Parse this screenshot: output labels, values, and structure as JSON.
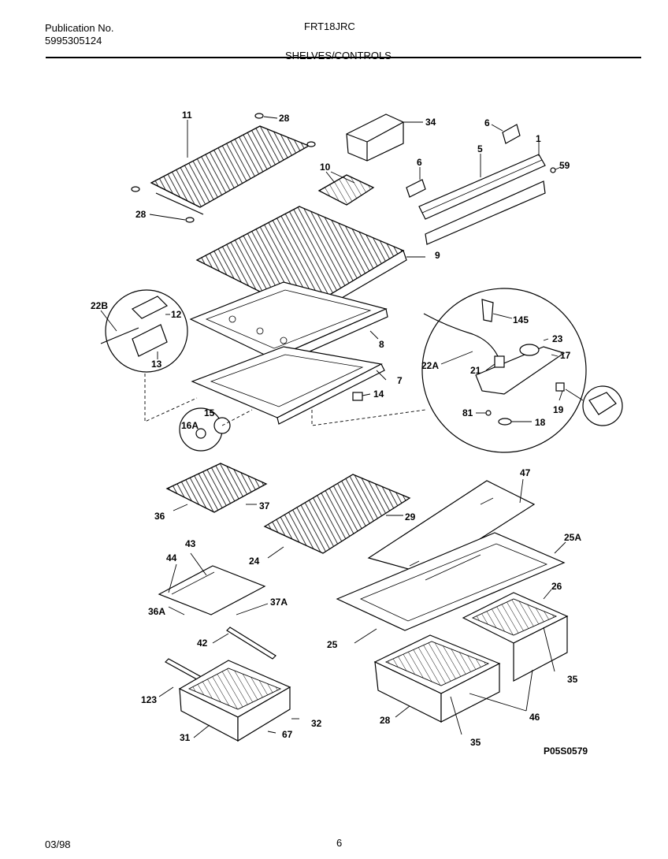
{
  "header": {
    "publication_label": "Publication No.",
    "publication_number": "5995305124",
    "model": "FRT18JRC",
    "section_title": "SHELVES/CONTROLS"
  },
  "diagram_code": "P05S0579",
  "footer": {
    "date": "03/98",
    "page": "6"
  },
  "callouts": [
    {
      "id": "c11",
      "text": "11"
    },
    {
      "id": "c28a",
      "text": "28"
    },
    {
      "id": "c34",
      "text": "34"
    },
    {
      "id": "c6a",
      "text": "6"
    },
    {
      "id": "c1",
      "text": "1"
    },
    {
      "id": "c5",
      "text": "5"
    },
    {
      "id": "c59",
      "text": "59"
    },
    {
      "id": "c10",
      "text": "10"
    },
    {
      "id": "c6b",
      "text": "6"
    },
    {
      "id": "c28b",
      "text": "28"
    },
    {
      "id": "c9",
      "text": "9"
    },
    {
      "id": "c22b",
      "text": "22B"
    },
    {
      "id": "c12",
      "text": "12"
    },
    {
      "id": "c13",
      "text": "13"
    },
    {
      "id": "c8",
      "text": "8"
    },
    {
      "id": "c145",
      "text": "145"
    },
    {
      "id": "c23",
      "text": "23"
    },
    {
      "id": "c17",
      "text": "17"
    },
    {
      "id": "c22a",
      "text": "22A"
    },
    {
      "id": "c21",
      "text": "21"
    },
    {
      "id": "c7",
      "text": "7"
    },
    {
      "id": "c14",
      "text": "14"
    },
    {
      "id": "c19",
      "text": "19"
    },
    {
      "id": "c15",
      "text": "15"
    },
    {
      "id": "c16a",
      "text": "16A"
    },
    {
      "id": "c81",
      "text": "81"
    },
    {
      "id": "c18",
      "text": "18"
    },
    {
      "id": "c47",
      "text": "47"
    },
    {
      "id": "c37",
      "text": "37"
    },
    {
      "id": "c36",
      "text": "36"
    },
    {
      "id": "c29",
      "text": "29"
    },
    {
      "id": "c24",
      "text": "24"
    },
    {
      "id": "c25a",
      "text": "25A"
    },
    {
      "id": "c43",
      "text": "43"
    },
    {
      "id": "c44",
      "text": "44"
    },
    {
      "id": "c26",
      "text": "26"
    },
    {
      "id": "c36a",
      "text": "36A"
    },
    {
      "id": "c37a",
      "text": "37A"
    },
    {
      "id": "c25",
      "text": "25"
    },
    {
      "id": "c42",
      "text": "42"
    },
    {
      "id": "c35a",
      "text": "35"
    },
    {
      "id": "c123",
      "text": "123"
    },
    {
      "id": "c32",
      "text": "32"
    },
    {
      "id": "c28c",
      "text": "28"
    },
    {
      "id": "c46",
      "text": "46"
    },
    {
      "id": "c31",
      "text": "31"
    },
    {
      "id": "c67",
      "text": "67"
    },
    {
      "id": "c35b",
      "text": "35"
    }
  ]
}
